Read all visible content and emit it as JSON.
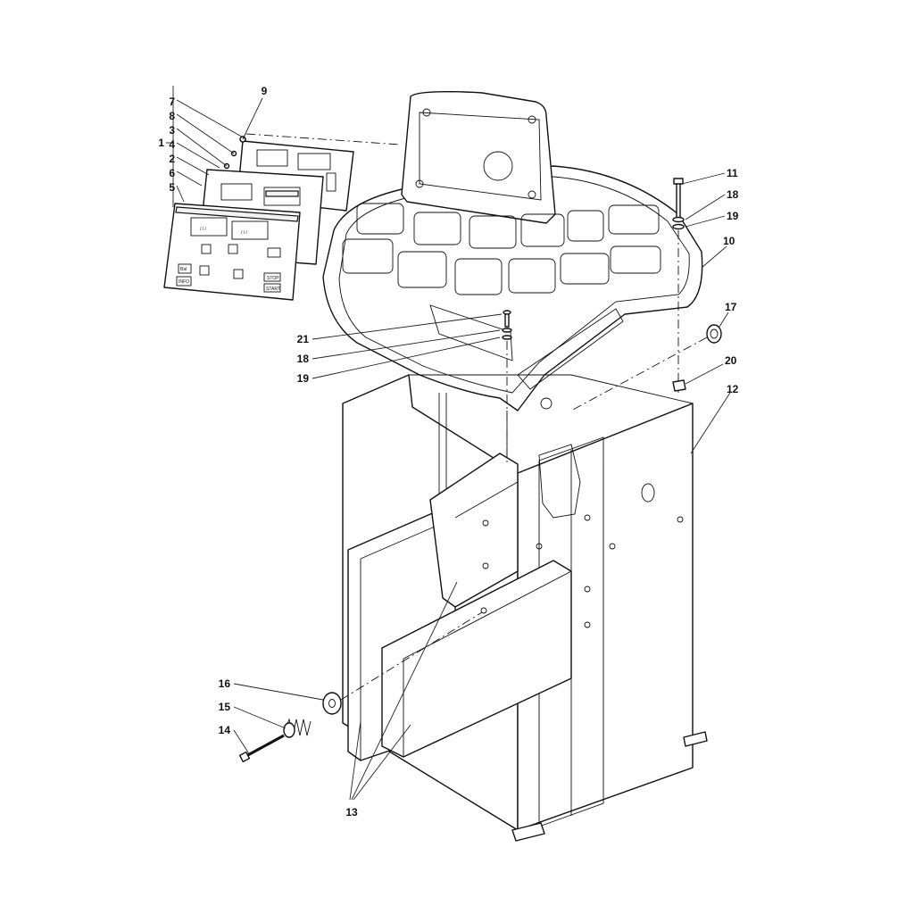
{
  "diagram": {
    "callouts": [
      {
        "id": "c1",
        "text": "1"
      },
      {
        "id": "c2",
        "text": "2"
      },
      {
        "id": "c3",
        "text": "3"
      },
      {
        "id": "c4",
        "text": "4"
      },
      {
        "id": "c5",
        "text": "5"
      },
      {
        "id": "c6",
        "text": "6"
      },
      {
        "id": "c7",
        "text": "7"
      },
      {
        "id": "c8",
        "text": "8"
      },
      {
        "id": "c9",
        "text": "9"
      },
      {
        "id": "c10",
        "text": "10"
      },
      {
        "id": "c11",
        "text": "11"
      },
      {
        "id": "c12",
        "text": "12"
      },
      {
        "id": "c13",
        "text": "13"
      },
      {
        "id": "c14",
        "text": "14"
      },
      {
        "id": "c15",
        "text": "15"
      },
      {
        "id": "c16",
        "text": "16"
      },
      {
        "id": "c17",
        "text": "17"
      },
      {
        "id": "c18a",
        "text": "18"
      },
      {
        "id": "c18b",
        "text": "18"
      },
      {
        "id": "c19a",
        "text": "19"
      },
      {
        "id": "c19b",
        "text": "19"
      },
      {
        "id": "c20",
        "text": "20"
      },
      {
        "id": "c21",
        "text": "21"
      }
    ],
    "panel_keys": {
      "k1": "Bal",
      "k2": "INFO",
      "k3": "STOP",
      "k4": "START"
    }
  }
}
